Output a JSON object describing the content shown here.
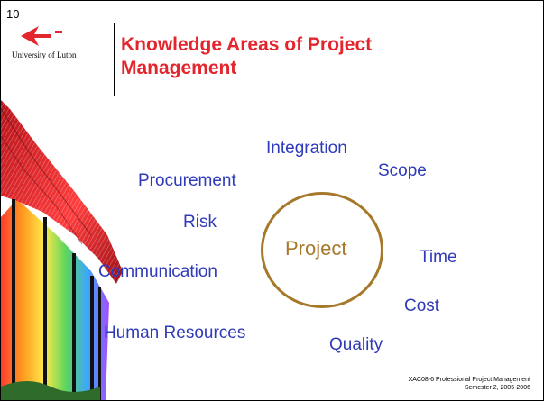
{
  "slide": {
    "number": "10",
    "title_line1": "Knowledge Areas of Project",
    "title_line2": "Management",
    "logo_text": "University of Luton"
  },
  "knowledge_areas": {
    "integration": "Integration",
    "scope": "Scope",
    "procurement": "Procurement",
    "risk": "Risk",
    "communication": "Communication",
    "time": "Time",
    "cost": "Cost",
    "human_resources": "Human Resources",
    "quality": "Quality"
  },
  "center": {
    "label": "Project"
  },
  "footer": {
    "line1": "XAC08-6 Professional Project Management",
    "line2": "Semester 2, 2005-2006"
  },
  "colors": {
    "title": "#e3262e",
    "area_text": "#2e3ab8",
    "circle": "#a6782a"
  }
}
